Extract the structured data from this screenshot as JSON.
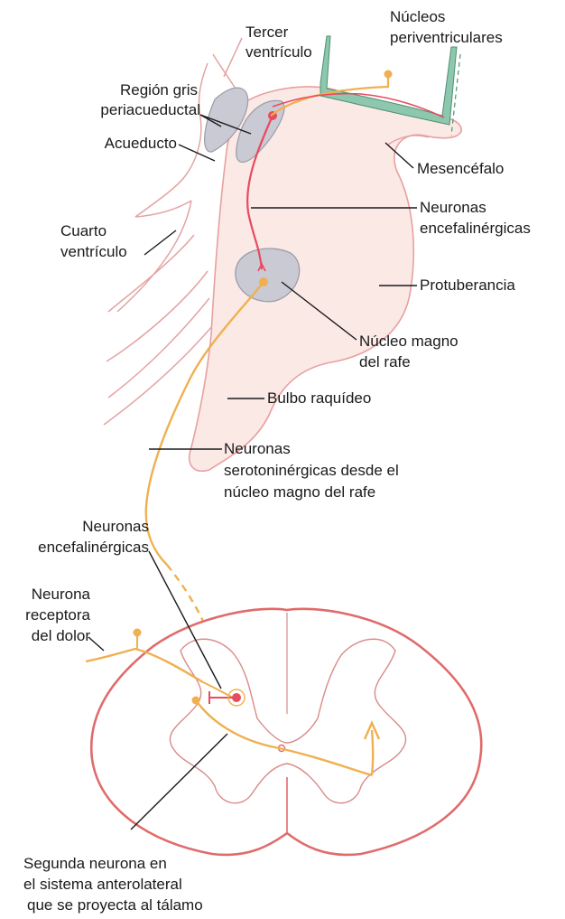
{
  "colors": {
    "brainstem_outline": "#e8a0a0",
    "brainstem_fill": "#fbe9e6",
    "gray_region": "#c9cad3",
    "serotonergic_neuron": "#f0b050",
    "enkephalinergic_neuron": "#e84a5f",
    "ventricular_wall_green": "#8cc7ae",
    "spinal_cord_outline": "#e06b6b",
    "gray_matter_outline": "#d98a8a",
    "text": "#1a1a1a"
  },
  "labels": {
    "tercer_ventriculo": [
      "Tercer",
      "ventrículo"
    ],
    "nucleos_periventriculares": [
      "Núcleos",
      "periventriculares"
    ],
    "region_gris": [
      "Región gris",
      "periacueductal"
    ],
    "acueducto": [
      "Acueducto"
    ],
    "mesencefalo": [
      "Mesencéfalo"
    ],
    "cuarto_ventriculo": [
      "Cuarto",
      "ventrículo"
    ],
    "neuronas_encefalinergicas_top": [
      "Neuronas",
      "encefalinérgicas"
    ],
    "protuberancia": [
      "Protuberancia"
    ],
    "nucleo_magno": [
      "Núcleo magno",
      "del rafe"
    ],
    "bulbo": [
      "Bulbo raquídeo"
    ],
    "neuronas_serotoninergicas": [
      "Neuronas",
      "serotoninérgicas desde el",
      "núcleo magno del rafe"
    ],
    "neuronas_encefalinergicas_bottom": [
      "Neuronas",
      "encefalinérgicas"
    ],
    "neurona_receptora": [
      "Neurona",
      "receptora",
      "del dolor"
    ],
    "segunda_neurona": [
      "Segunda neurona en",
      "el sistema anterolateral",
      "que se proyecta al tálamo"
    ]
  }
}
